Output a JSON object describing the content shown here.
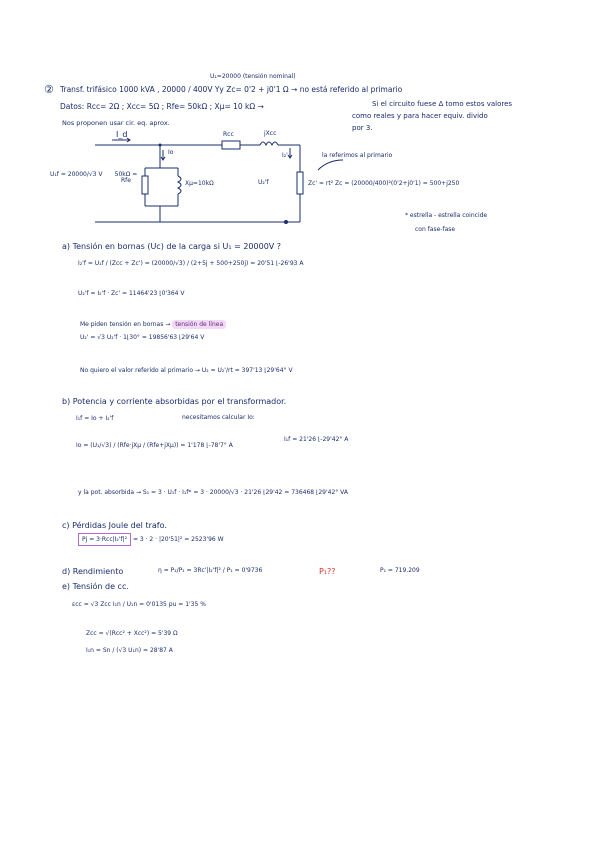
{
  "header": {
    "nominal": "U₁=20000 (tensión nominal)"
  },
  "problem": {
    "number": "②",
    "l1": "Transf. trifásico 1000 kVA , 20000 / 400V   Yy      Zc= 0'2 + j0'1 Ω  → no está referido al primario",
    "l2": "Datos:  Rcc= 2Ω  ;  Xcc= 5Ω  ;  Rfe= 50kΩ  ;  Xμ= 10 kΩ  →",
    "l2b": "Si el circuito fuese Δ tomo estos valores",
    "l2c": "como reales y para hacer equiv. divido",
    "l2d": "por 3.",
    "l3": "Nos proponen usar cir. eq. aprox."
  },
  "circuit": {
    "Id": "I_d",
    "Rcc": "Rcc",
    "jXcc": "jXcc",
    "I2": "I₂'",
    "Io": "Io",
    "U1f": "U₁f = 20000/√3 V",
    "Rfe": "50kΩ = Rfe",
    "Xmu": "Xμ=10kΩ",
    "U2": "U₂'f",
    "Zc": "Zc' = rt² Zc = (20000/400)²(0'2+j0'1) = 500+j250",
    "note_ref": "la referimos al primario",
    "note_star": "* estrella - estrella coincide",
    "note_star2": "con fase-fase"
  },
  "a": {
    "title": "a) Tensión en bornas (Uc) de la carga si  U₁ = 20000V ?",
    "eq1": "I₂'f = U₁f / (Zcc + Zc') = (20000/√3) / (2+5j + 500+250j) = 20'51 ⌊-26'93 A",
    "eq2": "U₂'f = I₂'f · Zc' = 11464'23 ⌊0'364 V",
    "note": "Me piden tensión en bornas →",
    "note_hl": "tensión de línea",
    "eq3": "U₂' = √3 U₂'f · 1⌊30° = 19856'63 ⌊29'64 V",
    "eq4": "No quiero el valor referido al primario →   U₂ = U₂'/rt = 397'13 ⌊29'64° V"
  },
  "b": {
    "title": "b) Potencia y corriente absorbidas por el transformador.",
    "eq1": "I₁f = Io + I₂'f",
    "need": "necesitamos calcular Io:",
    "eq2": "Io = (U₁/√3) / (Rfe·jXμ / (Rfe+jXμ)) = 1'178 ⌊-78'7° A",
    "eq3": "I₁f = 21'26 ⌊-29'42° A",
    "eq4": "y la pot. absorbida →    S₁ = 3 · U₁f · I₁f* = 3 · 20000/√3 · 21'26 ⌊29'42 = 736468 ⌊29'42° VA"
  },
  "c": {
    "title": "c) Pérdidas Joule del trafo.",
    "eq": "Pj = 3·Rcc|I₂'f|²",
    "eq_rest": "= 3 · 2 · |20'51|² = 2523'96 W"
  },
  "d": {
    "title": "d) Rendimiento",
    "eq": "η = P₂/P₁ = 3Rc'|I₂'f|² / P₁ = 0'9736",
    "q": "P₁??",
    "p1": "P₁ = 719.209"
  },
  "e": {
    "title": "e) Tensión de cc.",
    "eq1": "εcc = √3 Zcc I₁n / U₁n = 0'0135 pu = 1'35 %",
    "eq2": "Zcc = √(Rcc² + Xcc²) = 5'39 Ω",
    "eq3": "I₁n = Sn / (√3 U₁n) = 28'87 A"
  },
  "colors": {
    "ink": "#1a2c6b",
    "red": "#d8322e",
    "highlight": "#f3d9f5"
  }
}
